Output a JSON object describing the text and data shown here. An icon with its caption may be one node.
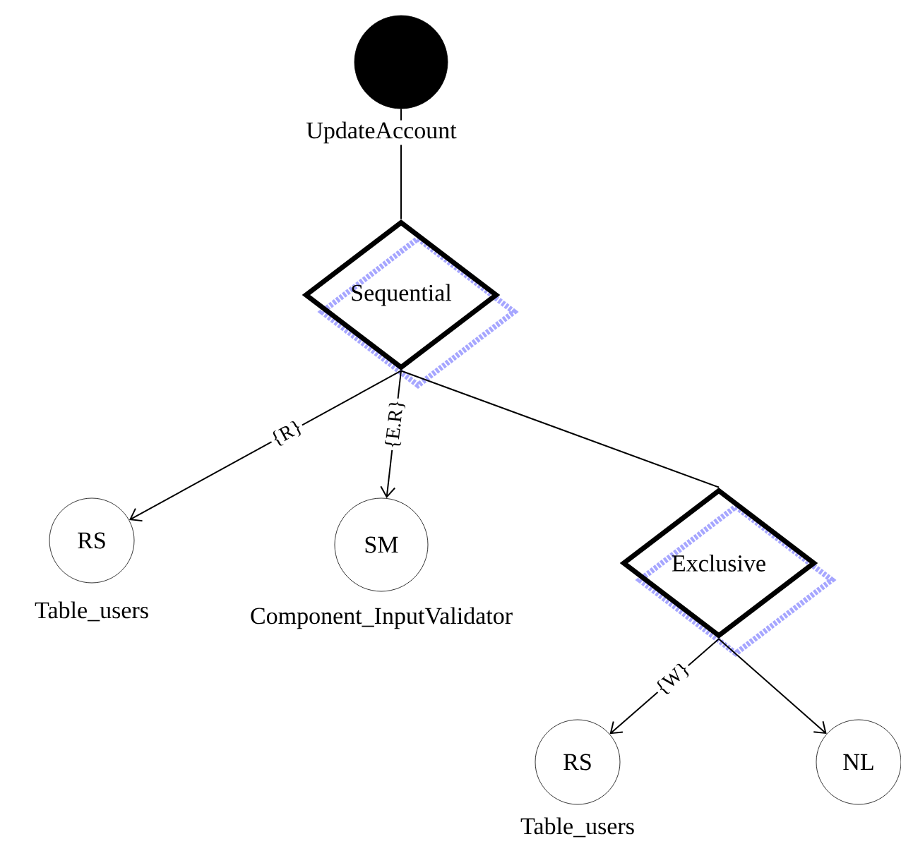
{
  "diagram": {
    "nodes": [
      {
        "text": [],
        "shape": "circle",
        "beside": [
          "UpdateAccount"
        ]
      },
      {
        "text": [
          "Sequential"
        ]
      },
      {
        "text": [
          "RS"
        ],
        "beside": [
          "Table_users"
        ]
      },
      {
        "text": [
          "SM"
        ],
        "beside": [
          "Component_InputValidator"
        ]
      },
      {
        "text": [
          "Exclusive"
        ]
      },
      {
        "text": [
          "RS"
        ],
        "beside": [
          "Table_users"
        ]
      },
      {
        "text": [
          "NL"
        ]
      }
    ],
    "edges": [
      {
        "from": 0,
        "to": 1,
        "arrow": "none"
      },
      {
        "from": 1,
        "to": 2,
        "arrow": "to",
        "label": "{R}"
      },
      {
        "from": 1,
        "to": 3,
        "arrow": "to",
        "label": "{E.R}"
      },
      {
        "from": 1,
        "to": 4,
        "arrow": "none"
      },
      {
        "from": 4,
        "to": 5,
        "arrow": "to",
        "label": "{W}"
      },
      {
        "from": 4,
        "to": 6,
        "arrow": "to"
      }
    ]
  }
}
